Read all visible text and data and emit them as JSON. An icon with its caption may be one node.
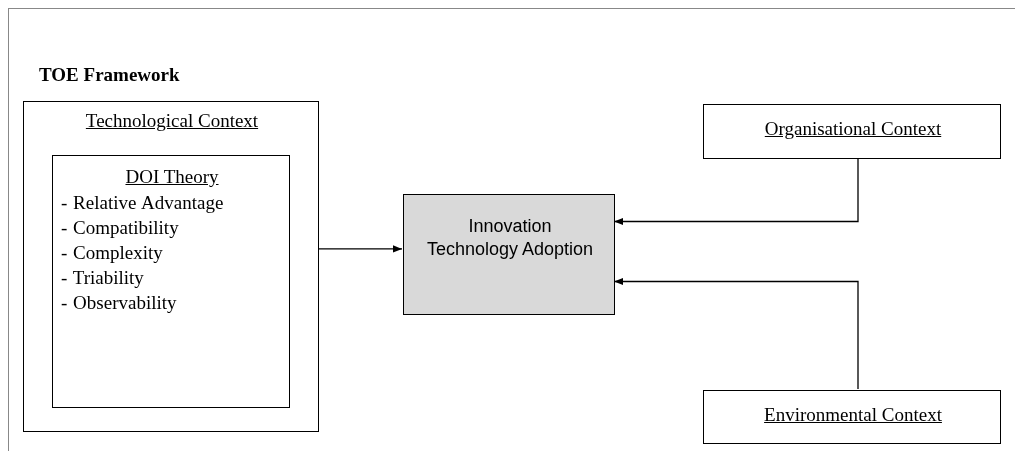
{
  "diagram": {
    "nodes": [
      {
        "text": [
          "TOE Framework"
        ]
      },
      {
        "text": [
          "Technological Context"
        ],
        "in": 0
      },
      {
        "text": [
          "DOI Theory",
          "- Relative Advantage",
          "- Compatibility",
          "- Complexity",
          "- Triability",
          "- Observability"
        ],
        "in": 1
      },
      {
        "text": [
          "Innovation Technology Adoption"
        ],
        "in": 0
      },
      {
        "text": [
          "Organisational Context"
        ],
        "in": 0
      },
      {
        "text": [
          "Environmental Context"
        ],
        "in": 0
      }
    ],
    "edges": [
      {
        "from": 1,
        "to": 3,
        "arrow": "to"
      },
      {
        "from": 4,
        "to": 3,
        "arrow": "to"
      },
      {
        "from": 5,
        "to": 3,
        "arrow": "to"
      }
    ]
  }
}
